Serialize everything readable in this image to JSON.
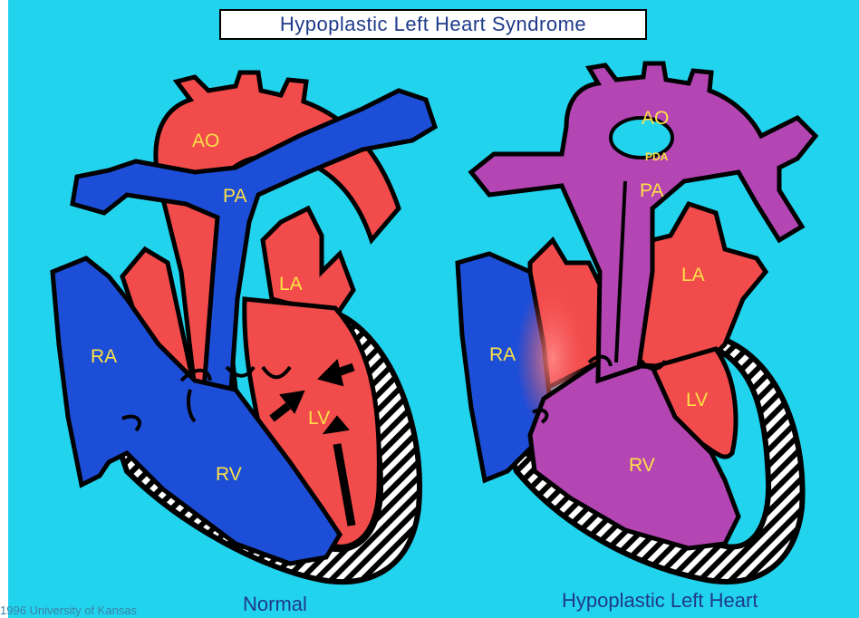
{
  "title": "Hypoplastic Left Heart Syndrome",
  "copyright": "1996 University of Kansas",
  "normal_heart": {
    "caption": "Normal",
    "labels": {
      "ao": "AO",
      "pa": "PA",
      "la": "LA",
      "ra": "RA",
      "lv": "LV",
      "rv": "RV"
    }
  },
  "hypoplastic_heart": {
    "caption": "Hypoplastic Left Heart",
    "labels": {
      "ao": "AO",
      "pda": "PDA",
      "pa": "PA",
      "la": "LA",
      "ra": "RA",
      "lv": "LV",
      "rv": "RV"
    }
  },
  "colors": {
    "background": "#22d3ee",
    "oxygenated": "#f24b4b",
    "deoxygenated": "#1d4ed8",
    "mixed": "#b446b4",
    "label": "#fde047",
    "caption": "#1e3a8a"
  }
}
